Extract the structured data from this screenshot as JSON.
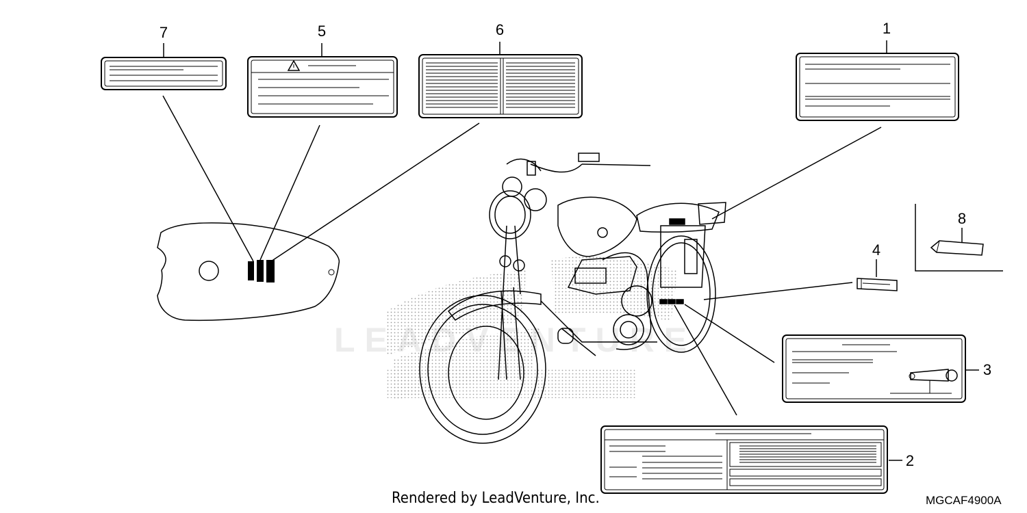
{
  "callouts": [
    "7",
    "5",
    "6",
    "1",
    "8",
    "4",
    "3",
    "2"
  ],
  "watermark": "LEADVENTURE",
  "footer": {
    "credit": "Rendered by LeadVenture, Inc.",
    "code": "MGCAF4900A"
  }
}
